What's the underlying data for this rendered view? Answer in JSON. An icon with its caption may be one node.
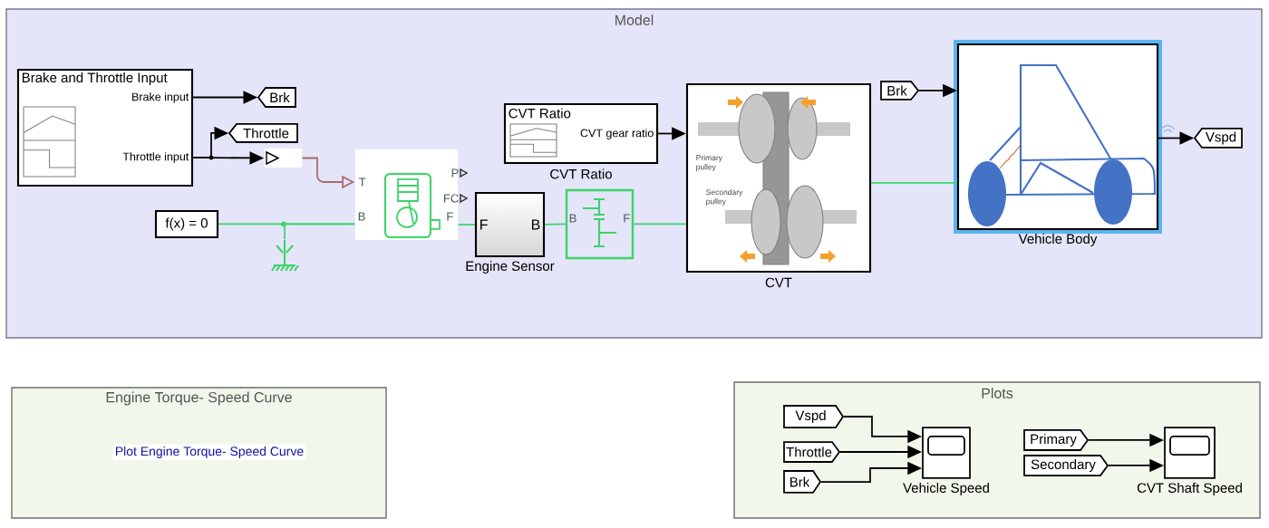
{
  "diagram": {
    "nodes": [
      {
        "text": [
          "Model"
        ]
      },
      {
        "text": [
          "Brake and Throttle Input",
          "Brake input",
          "Throttle input"
        ],
        "in": 0
      },
      {
        "text": [
          "Brk"
        ],
        "in": 0
      },
      {
        "text": [
          "Throttle"
        ],
        "in": 0
      },
      {
        "text": [],
        "shape": "triangle",
        "in": 0
      },
      {
        "text": [
          "T",
          "B",
          "P",
          "FC",
          "F"
        ],
        "in": 0
      },
      {
        "text": [
          "f(x) = 0"
        ],
        "in": 0
      },
      {
        "text": [],
        "shape": "picture",
        "in": 0
      },
      {
        "text": [
          "F",
          "B"
        ],
        "beside": [
          "Engine Sensor"
        ],
        "in": 0
      },
      {
        "text": [
          "B",
          "F"
        ],
        "in": 0
      },
      {
        "text": [
          "CVT Ratio",
          "CVT gear ratio"
        ],
        "beside": [
          "CVT Ratio"
        ],
        "in": 0
      },
      {
        "text": [
          "Primary pulley",
          "Secondary pulley"
        ],
        "beside": [
          "CVT"
        ],
        "in": 0
      },
      {
        "text": [
          "Brk"
        ],
        "in": 0
      },
      {
        "text": [],
        "shape": "picture",
        "beside": [
          "Vehicle Body"
        ],
        "in": 0
      },
      {
        "text": [
          "Vspd"
        ],
        "in": 0
      },
      {
        "text": [
          "Engine Torque- Speed Curve"
        ]
      },
      {
        "text": [
          "Plot Engine Torque- Speed Curve"
        ],
        "in": 15
      },
      {
        "text": [
          "Plots"
        ]
      },
      {
        "text": [
          "Vspd"
        ],
        "in": 17
      },
      {
        "text": [
          "Throttle"
        ],
        "in": 17
      },
      {
        "text": [
          "Brk"
        ],
        "in": 17
      },
      {
        "text": [],
        "shape": "box",
        "beside": [
          "Vehicle Speed"
        ],
        "in": 17
      },
      {
        "text": [
          "Primary"
        ],
        "in": 17
      },
      {
        "text": [
          "Secondary"
        ],
        "in": 17
      },
      {
        "text": [],
        "shape": "box",
        "beside": [
          "CVT Shaft Speed"
        ],
        "in": 17
      }
    ],
    "edges": [
      {
        "from": 1,
        "to": 2,
        "arrow": "to"
      },
      {
        "from": 1,
        "to": 3,
        "arrow": "to"
      },
      {
        "from": 1,
        "to": 4,
        "arrow": "to"
      },
      {
        "from": 4,
        "to": 5,
        "arrow": "to",
        "color": "#a86a6a"
      },
      {
        "from": 6,
        "to": 5,
        "arrow": "none",
        "color": "#3cd46a"
      },
      {
        "from": 7,
        "to": 5,
        "arrow": "none",
        "color": "#3cd46a"
      },
      {
        "from": 5,
        "to": 8,
        "arrow": "none",
        "color": "#3cd46a"
      },
      {
        "from": 8,
        "to": 9,
        "arrow": "none",
        "color": "#3cd46a"
      },
      {
        "from": 9,
        "to": 11,
        "arrow": "none",
        "color": "#3cd46a"
      },
      {
        "from": 10,
        "to": 11,
        "arrow": "to"
      },
      {
        "from": 11,
        "to": 13,
        "arrow": "none",
        "color": "#3cd46a"
      },
      {
        "from": 12,
        "to": 13,
        "arrow": "to"
      },
      {
        "from": 13,
        "to": 14,
        "arrow": "to"
      },
      {
        "from": 18,
        "to": 21,
        "arrow": "to"
      },
      {
        "from": 19,
        "to": 21,
        "arrow": "to"
      },
      {
        "from": 20,
        "to": 21,
        "arrow": "to"
      },
      {
        "from": 22,
        "to": 24,
        "arrow": "to"
      },
      {
        "from": 23,
        "to": 24,
        "arrow": "to"
      }
    ]
  }
}
